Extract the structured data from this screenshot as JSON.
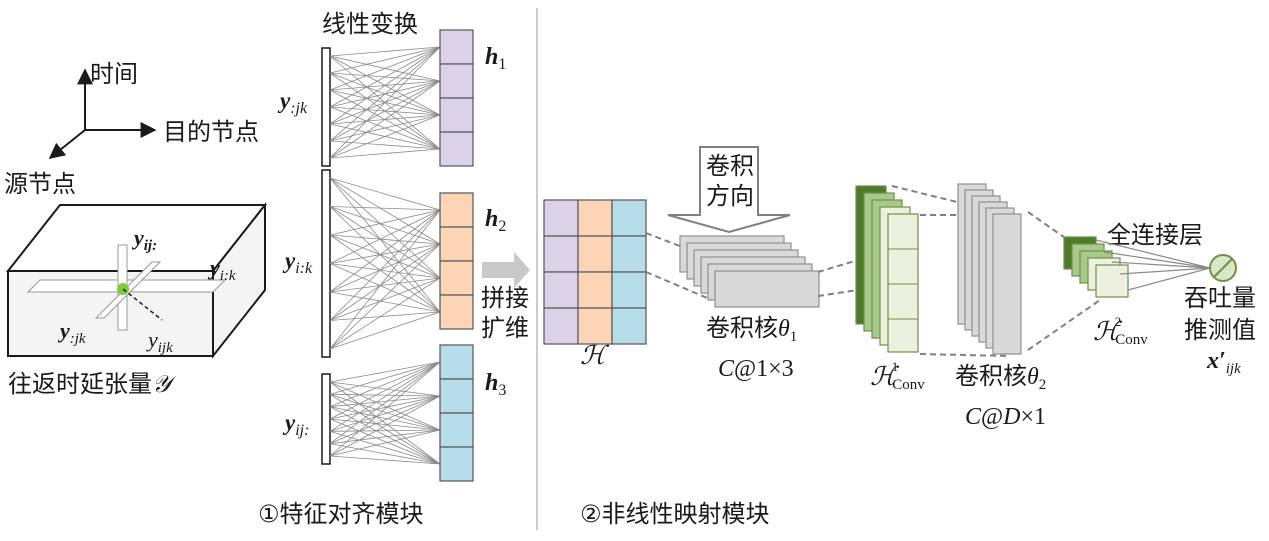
{
  "axes": {
    "time": "时间",
    "destination": "目的节点",
    "source": "源节点"
  },
  "tensor": {
    "label": "往返时延张量",
    "symbol": "𝒴",
    "fiber_ij": {
      "base": "y",
      "sub": "ij:"
    },
    "fiber_ik": {
      "base": "y",
      "sub": "i:k"
    },
    "fiber_jk": {
      "base": "y",
      "sub": ":jk"
    },
    "element": {
      "base": "y",
      "sub": "ijk"
    }
  },
  "alignment": {
    "title": "线性变换",
    "inputs": [
      {
        "base": "y",
        "sub": ":jk"
      },
      {
        "base": "y",
        "sub": "i:k"
      },
      {
        "base": "y",
        "sub": "ij:"
      }
    ],
    "outputs": [
      {
        "base": "h",
        "sub": "1"
      },
      {
        "base": "h",
        "sub": "2"
      },
      {
        "base": "h",
        "sub": "3"
      }
    ],
    "concat_line1": "拼接",
    "concat_line2": "扩维",
    "module_label": "①特征对齐模块"
  },
  "nonlinear": {
    "H_symbol": "ℋ",
    "conv_dir_line1": "卷积",
    "conv_dir_line2": "方向",
    "kernel1_prefix": "卷积核",
    "kernel1_sym": "θ",
    "kernel1_sub": "1",
    "kernel1_size_a": "C",
    "kernel1_size_b": "@1×3",
    "hconv1_sup": "1",
    "hconv1_sub": "Conv",
    "kernel2_prefix": "卷积核",
    "kernel2_sym": "θ",
    "kernel2_sub": "2",
    "kernel2_size_a": "C",
    "kernel2_size_b": "@",
    "kernel2_size_c": "D",
    "kernel2_size_d": "×1",
    "hconv2_sup": "2",
    "hconv2_sub": "Conv",
    "fc_label": "全连接层",
    "output_line1": "吞吐量",
    "output_line2": "推测值",
    "output_sym": "x′",
    "output_sub": "ijk",
    "module_label": "②非线性映射模块"
  },
  "colors": {
    "purple": "#d9d2e9",
    "orange": "#fbd5b5",
    "blue": "#b7dde8",
    "green_dark": "#4f7a28",
    "green_mid": "#a9c98a",
    "green_light": "#ebf1de",
    "gray": "#d9d9d9"
  }
}
